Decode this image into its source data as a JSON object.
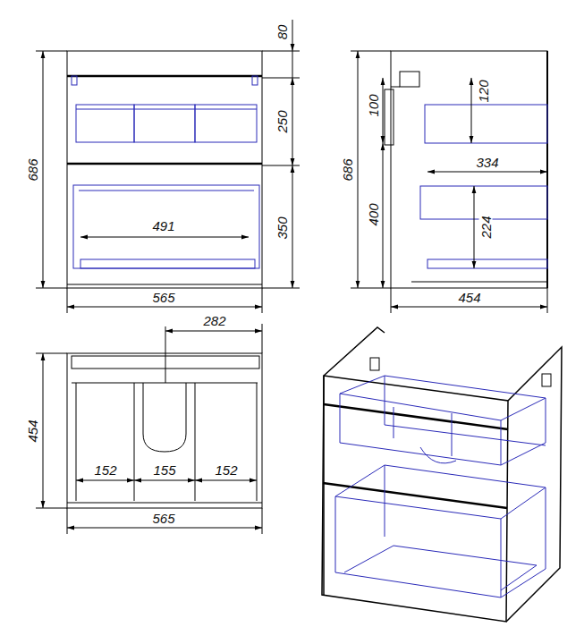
{
  "diagram": {
    "labels": [
      "80",
      "250",
      "686",
      "350",
      "491",
      "565",
      "100",
      "120",
      "686",
      "400",
      "334",
      "224",
      "454",
      "282",
      "454",
      "152",
      "155",
      "152",
      "565"
    ]
  }
}
